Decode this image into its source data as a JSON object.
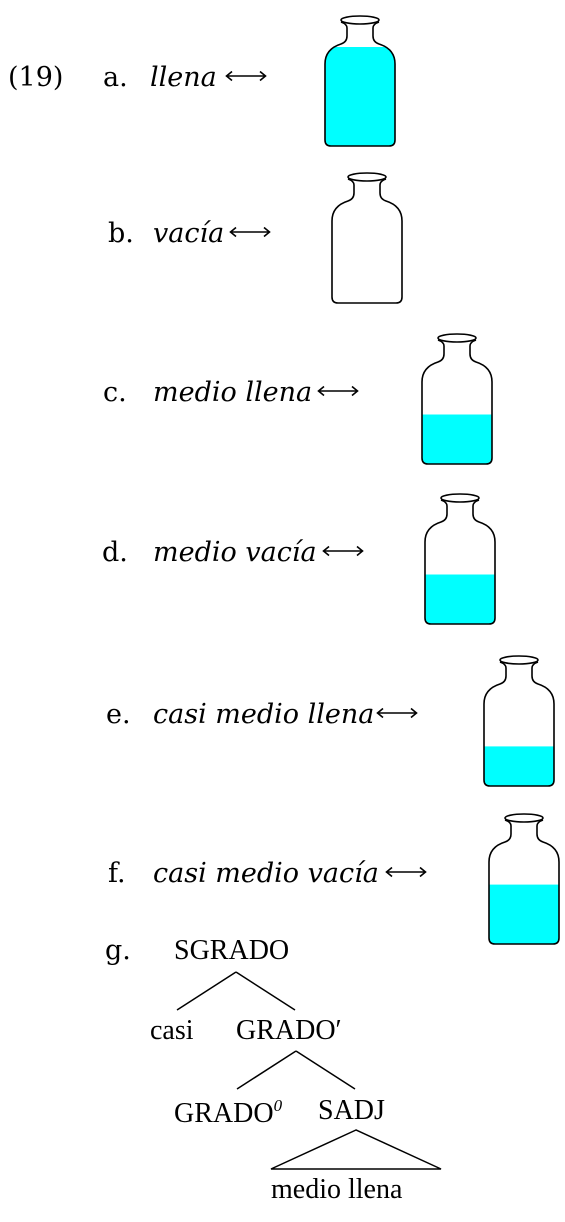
{
  "example": {
    "number": "(19)",
    "items": [
      {
        "label": "a.",
        "term": "llena",
        "fill": 1.0
      },
      {
        "label": "b.",
        "term": "vacía",
        "fill": 0.0
      },
      {
        "label": "c.",
        "term": "medio llena",
        "fill": 0.5
      },
      {
        "label": "d.",
        "term": "medio vacía",
        "fill": 0.5
      },
      {
        "label": "e.",
        "term": "casi medio llena",
        "fill": 0.4
      },
      {
        "label": "f.",
        "term": "casi medio vacía",
        "fill": 0.6
      }
    ],
    "tree": {
      "label": "g.",
      "root": "SGRADO",
      "left_child": "casi",
      "right_child": "GRADO′",
      "head": "GRADO",
      "head_sup": "0",
      "complement": "SADJ",
      "leaf": "medio llena"
    }
  },
  "colors": {
    "liquid": "#00ffff",
    "outline": "#000000"
  }
}
